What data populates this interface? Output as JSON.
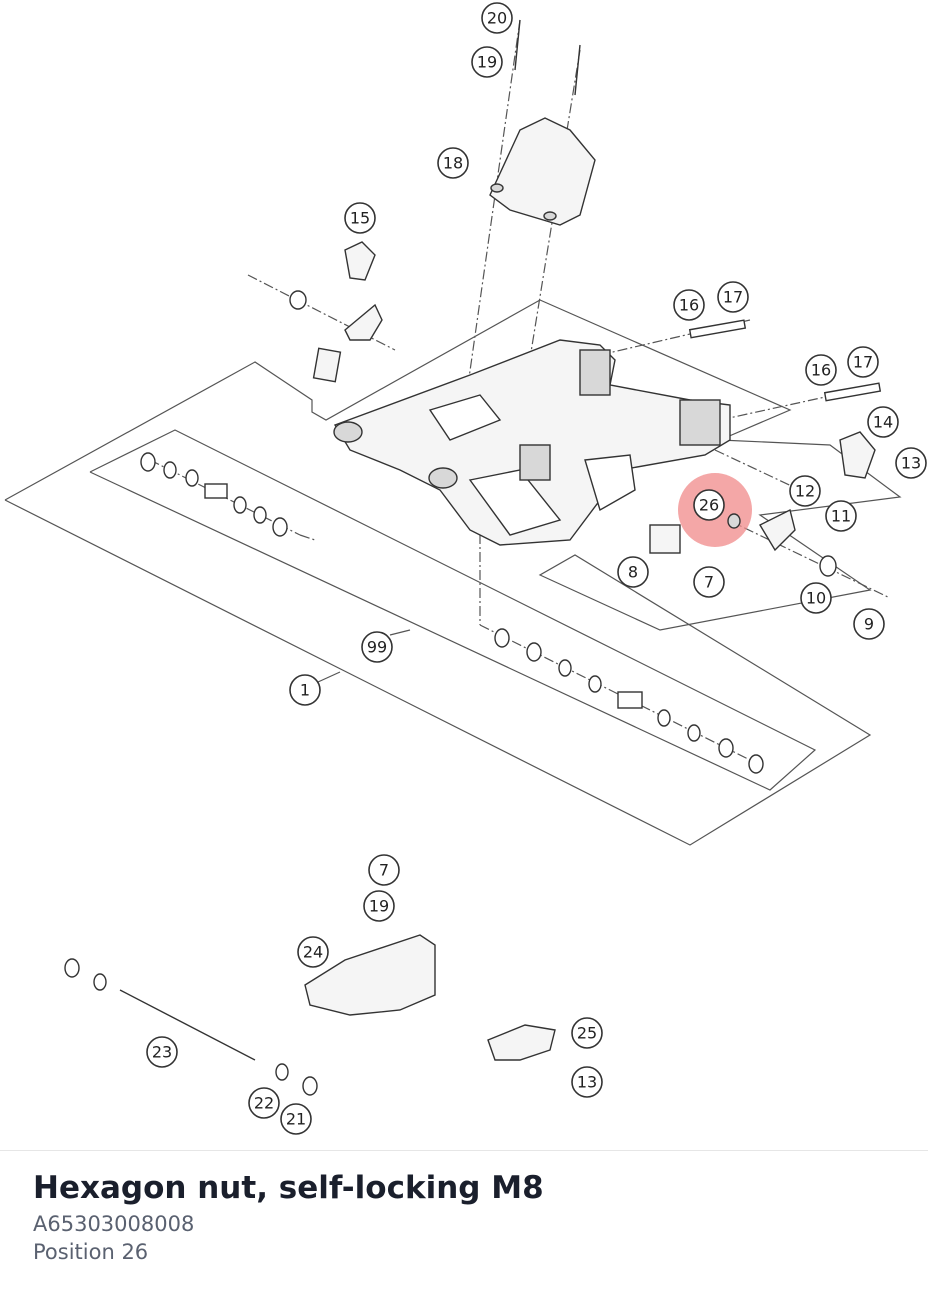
{
  "highlight_color": "#f08a8a",
  "callouts": [
    "20",
    "19",
    "18",
    "15",
    "16",
    "17",
    "16",
    "17",
    "14",
    "13",
    "12",
    "11",
    "26",
    "8",
    "7",
    "10",
    "9",
    "99",
    "1",
    "7",
    "19",
    "24",
    "25",
    "13",
    "23",
    "22",
    "21"
  ],
  "selected_callout": "26",
  "part": {
    "title": "Hexagon nut, self-locking M8",
    "number": "A65303008008",
    "position": "Position 26"
  }
}
